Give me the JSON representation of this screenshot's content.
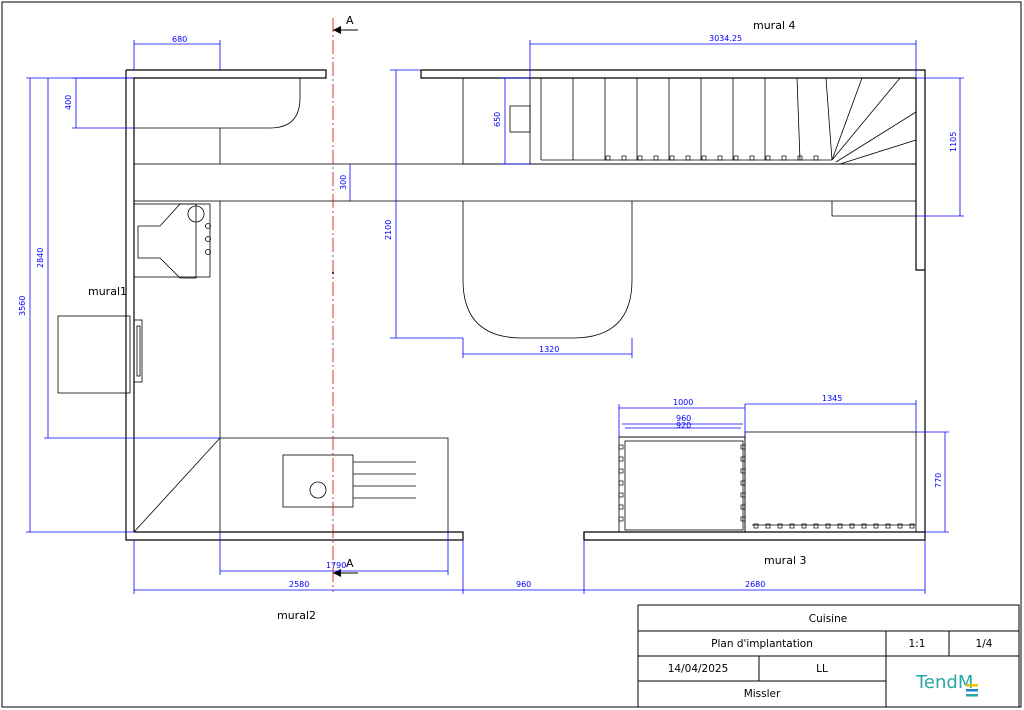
{
  "wall_labels": {
    "mural1": "mural1",
    "mural2": "mural2",
    "mural3": "mural 3",
    "mural4": "mural 4"
  },
  "section_marker": "A",
  "dimensions": {
    "d680": "680",
    "d3034": "3034.25",
    "d400": "400",
    "d650": "650",
    "d1105": "1105",
    "d300": "300",
    "d2100": "2100",
    "d2840": "2840",
    "d3560": "3560",
    "d1320": "1320",
    "d1000": "1000",
    "d960a": "960",
    "d920": "920",
    "d1345": "1345",
    "d770": "770",
    "d1790": "1790",
    "d2580": "2580",
    "d960b": "960",
    "d2680": "2680"
  },
  "title_block": {
    "project": "Cuisine",
    "sheet_title": "Plan d'implantation",
    "scale": "1:1",
    "page": "1/4",
    "date": "14/04/2025",
    "author": "LL",
    "client": "Missler",
    "logo_text": "TendM"
  },
  "colors": {
    "dimension": "#0000ff",
    "axis": "#d40000",
    "logo_teal": "#2aa6a6",
    "logo_yellow": "#e8c000",
    "logo_blue": "#1a7fd0"
  }
}
